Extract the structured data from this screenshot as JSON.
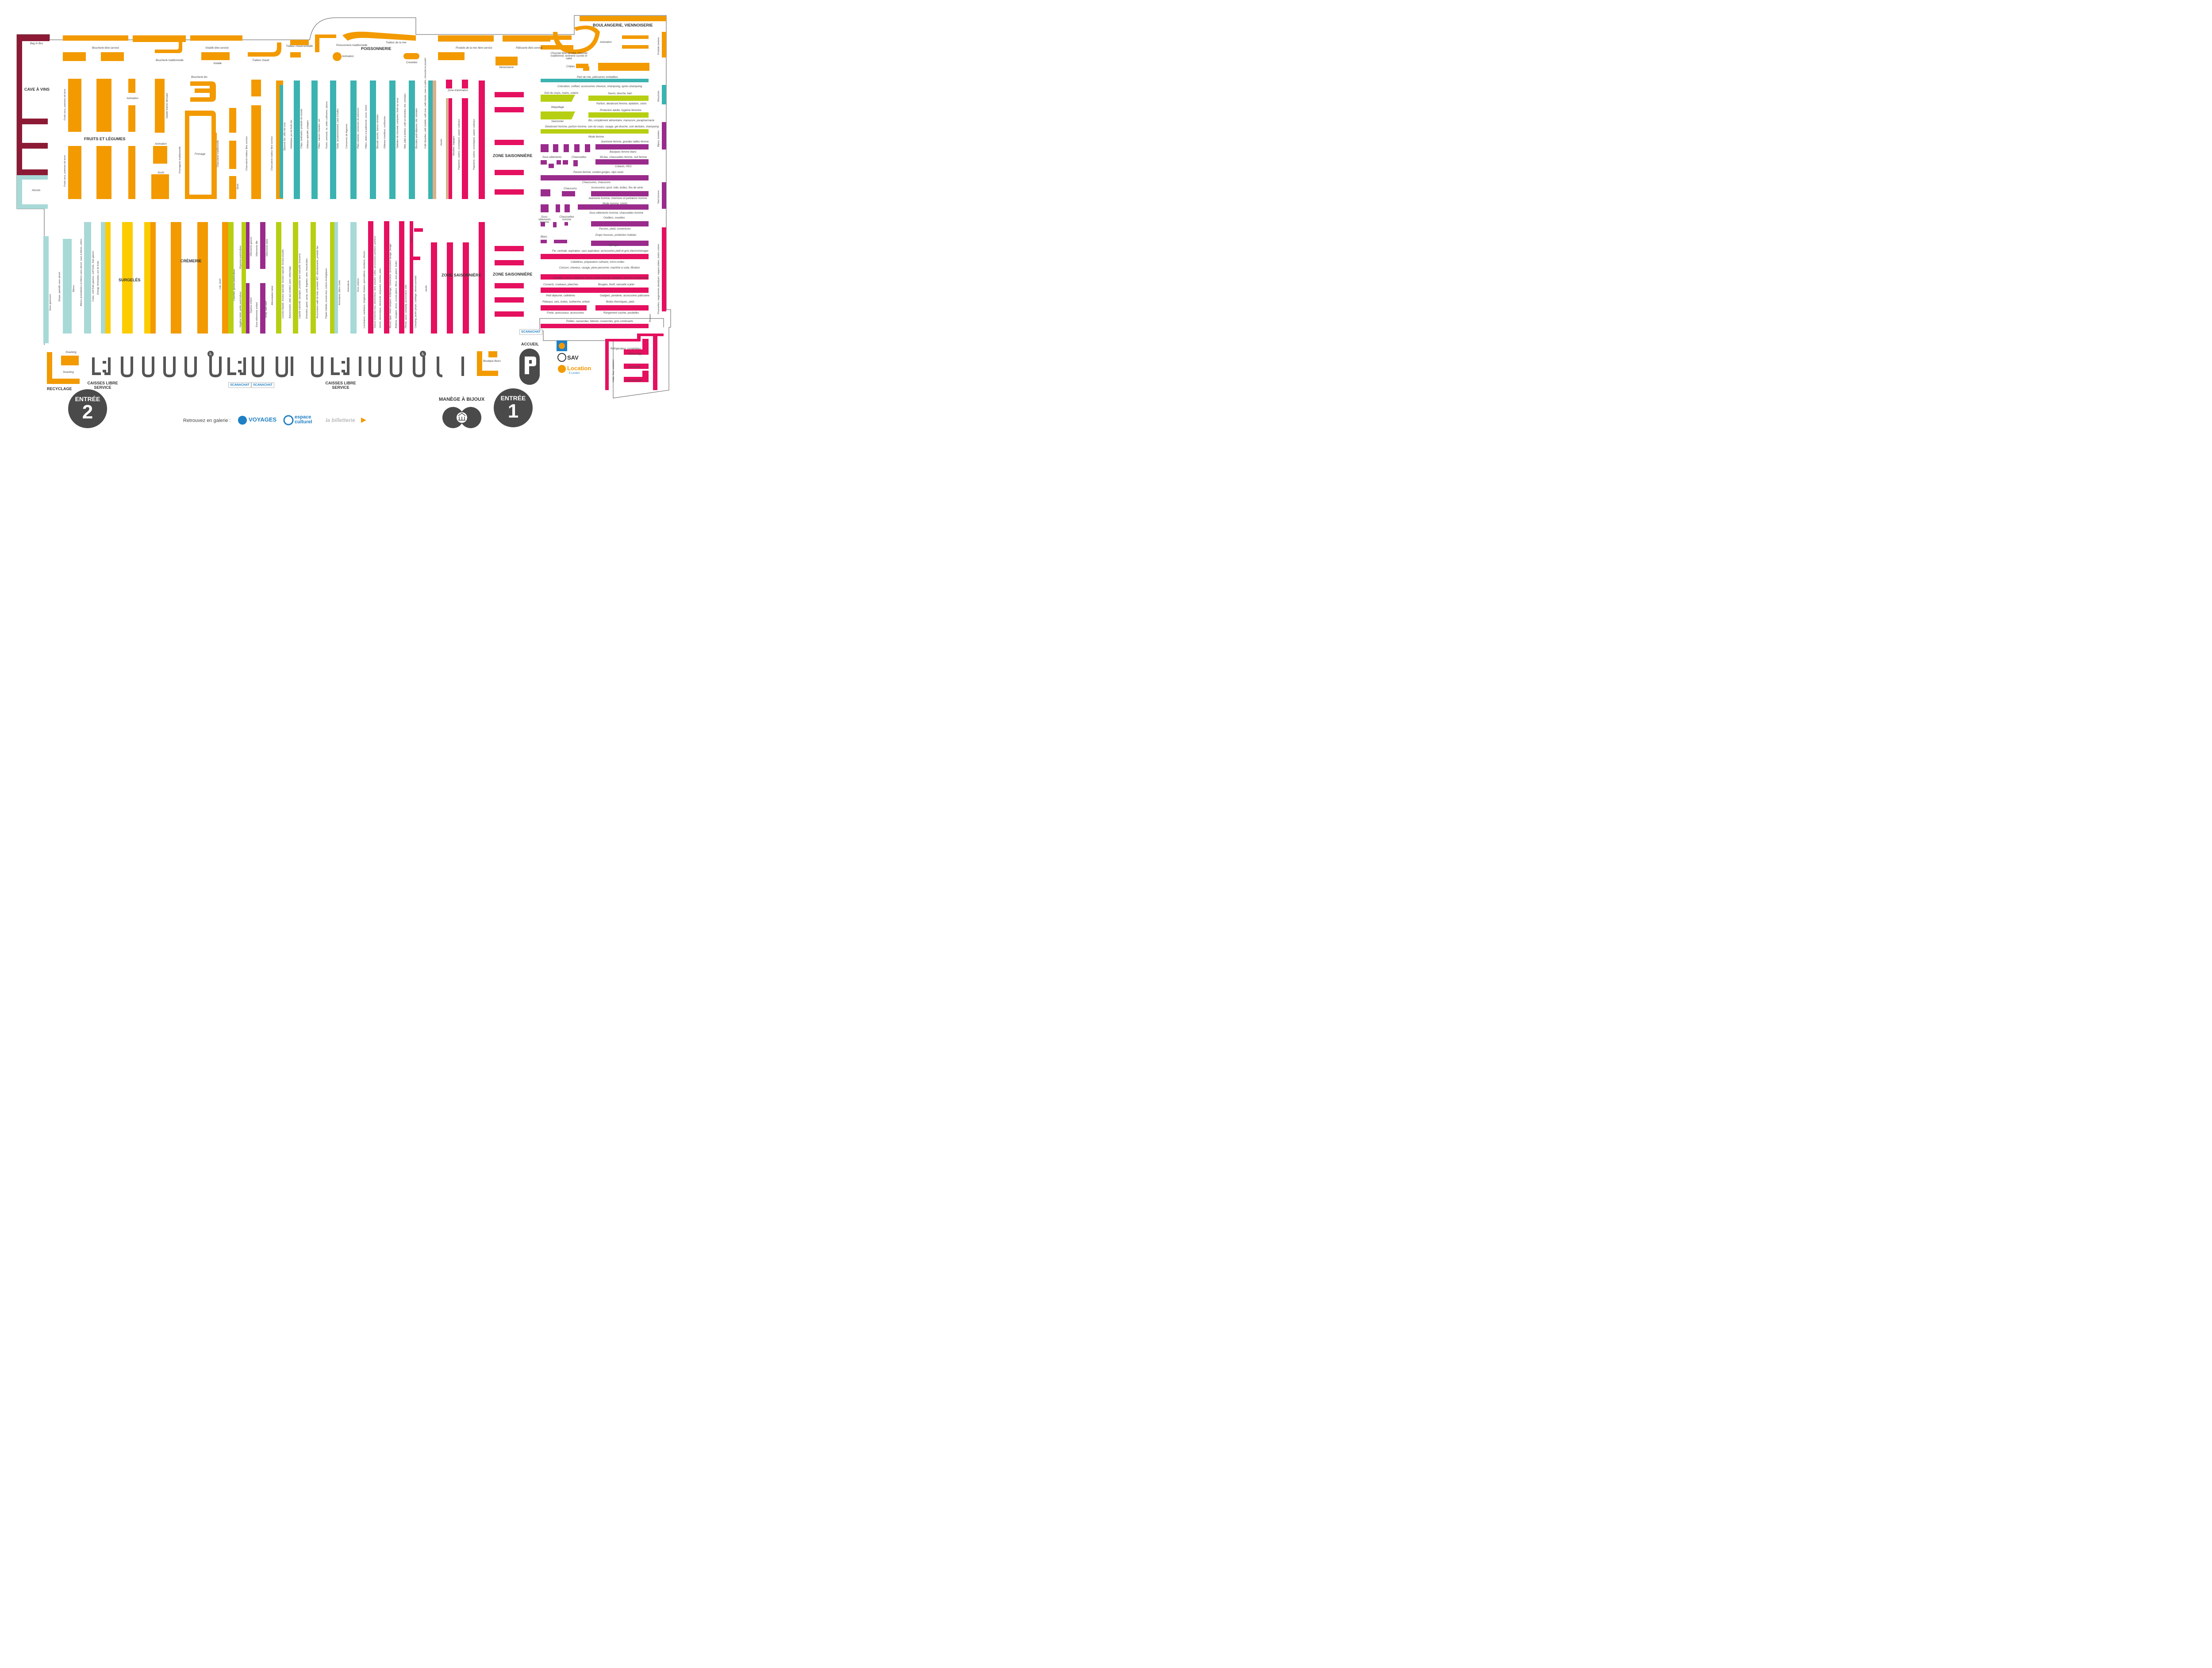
{
  "colors": {
    "orange": "#f29a00",
    "teal": "#3ab3b1",
    "lightblue": "#a7d9d7",
    "green": "#b7cf12",
    "yellow": "#fccb00",
    "magenta": "#e5105f",
    "purple": "#9a2b8c",
    "wine": "#8c1a35",
    "tan": "#d8b18c",
    "dark": "#4a4a4a"
  },
  "sections": {
    "cave": "CAVE À VINS",
    "fruits": "FRUITS ET LÉGUMES",
    "poissonnerie": "POISSONNERIE",
    "boulangerie": "BOULANGERIE, VIENNOISERIE",
    "saison_top": "ZONE SAISONNIÈRE",
    "saison_mid": "ZONE SAISONNIÈRE",
    "saison_right": "ZONE SAISONNIÈRE",
    "surgeles": "SURGELÉS",
    "cremerie": "CRÈMERIE",
    "accueil": "ACCUEIL",
    "recyclage": "RECYCLAGE",
    "caisses1": "CAISSES LIBRE SERVICE",
    "caisses2": "CAISSES LIBRE SERVICE",
    "manege": "MANÈGE À BIJOUX"
  },
  "entrances": {
    "e2": {
      "label": "ENTRÉE",
      "num": "2"
    },
    "e1": {
      "label": "ENTRÉE",
      "num": "1"
    }
  },
  "services": {
    "sav": "SAV",
    "location": "Location",
    "leclerc": "E.Leclerc",
    "scanachat": "SCANACHAT"
  },
  "footer": {
    "retrouvez": "Retrouvez en galerie :",
    "voyages": "VOYAGES",
    "espace": "espace culturel",
    "billetterie": "la billetterie"
  },
  "labels": {
    "bagin": "Bag In Box",
    "boucherie_ls": "Boucherie libre-service",
    "boucherie_trad": "Boucherie traditionnelle",
    "volaille_ls": "Volaille libre-service",
    "volaille": "Volaille",
    "traiteur_chaud_emb": "Traiteur chaud emballé",
    "traiteur_chaud": "Traiteur chaud",
    "poisson_trad": "Poissonnerie traditionnelle",
    "traiteur_mer": "Traiteur de la mer",
    "animation_p": "Animation",
    "crevettes": "Crevettes",
    "produits_mer": "Produits de la mer libre-service",
    "patisserie_ls": "Pâtisserie libre-service",
    "viennoiserie": "Viennoiserie",
    "chocolat": "Chocolat libre-service, chocolat traditionnel, tartinerie sucrée et salée",
    "animation_b": "Animation",
    "crepes": "Crêpes",
    "boucherie_bio": "Boucherie bio",
    "animation_f": "Animation",
    "animation_f2": "Animation",
    "sushi": "Sushi",
    "fromage": "Fromage",
    "alcools": "Alcools",
    "pain": "Pain de mie, pâtisseries emballées",
    "coloration": "Coloration, coiffant, accessoires cheveux, shampoing, après-shampoing",
    "soin": "Soin du corps, mains, solaire",
    "savon": "Savon, douche, bain",
    "parfum": "Parfum, déodorant femme, épilation, coton",
    "maquillage": "Maquillage",
    "protection": "Protection adulte, hygiène féminine",
    "saisonnier": "Saisonnier",
    "bio": "Bio, complément alimentaire, manucure, parapharmacie",
    "deodorant": "Déodorant homme, parfum homme, soin du corps, rasage, gel douche, soin dentaire, shampoing",
    "mode_femme": "Mode femme",
    "jeannerie_femme": "Jeannerie femme, grandes tailles femme",
    "basiques": "Basiques femme blanc",
    "sous_vet": "Sous-vêtements",
    "chaussettes": "Chaussettes",
    "mibas": "Mi-bas, chaussettes femme, nuit femme",
    "collants": "Collants, PEG",
    "panure": "Panure femme, soutien-gorges, slips seuls",
    "chaussures": "Chaussures, chaussons",
    "chaussons": "Chaussons",
    "access_sport": "Accessoires sport, toile, bottes, fins de série",
    "jeannerie_homme": "Jeannerie homme, chemises et pantalons homme",
    "mode_homme": "Mode homme, tshirts",
    "sous_vet_homme_l": "Sous-vêtements homme, chaussettes homme",
    "sous_vet_homme": "Sous-vêtements homme",
    "chaussettes_homme": "Chaussettes homme",
    "oreillers": "Oreillers, couettes",
    "parures": "Parures, plaid, couvertures",
    "draps": "Draps housses, protection matelas",
    "blanc": "Blanc",
    "eponges": "Éponges",
    "fer": "Fer, centrale, aspirateur, sacs aspirateur, accessoires petit et gros électroménager",
    "cafetieres": "Cafetières, préparation culinaire, micro-ondes",
    "cuisson": "Cuisson, cheveux, rasage, pèse-personne, machine à soda, filtration",
    "assiettes": "Assiettes, vases, cadeaux, verres, petite verrerie, saladiers, moulins, accessoires",
    "couverts": "Couverts, couteaux, planches",
    "bougies": "Bougies, festif, vaisselle à jeter",
    "petit_dej": "Petit déjeuner, cafetières",
    "gadgets": "Gadgets, penderie, accessoires pâtisserie",
    "plateaux": "Plateaux, sets, boites, isotherme, enfant",
    "boites": "Boites thermiques, plats",
    "fonte": "Fonte, autocuiseur, accessoires",
    "rangement": "Rangement cuisine, poubelles",
    "poeles": "Poêles, casseroles, faitouts, couvercles, gros contenants",
    "refrig": "Réfrigérateur, congélateur",
    "seche": "Sèche-linge",
    "lave_linge": "Lave-linge",
    "lave_vaisselle": "Lave-vaisselle",
    "hotte": "Hotte, four, cuisinière",
    "snacking1": "Snacking",
    "snacking2": "Snacking",
    "boutique": "Boutique fleurs",
    "zone_anim": "Zone d'animation",
    "velos": "Vélos",
    "produits_bretons": "Produits bretons",
    "mouchoirs": "Mouchoirs",
    "bijoux": "Bijoux, lunettes",
    "nuit_homme": "Nuit homme",
    "poussettes": "Poussettes, rangements plastiques, nappes plates, boites créées",
    "bocaux": "Bocaux"
  },
  "vlabels": {
    "fruits_secs": "Fruits secs, pommes de terre",
    "fruits_secs2": "Fruits secs, pommes de terre",
    "salade": "Salade fraiche découpe",
    "fromagerie_trad": "Fromagerie traditionnelle",
    "charcuterie_trad": "Charcuterie traditionnelle",
    "charcuterie_ls": "Charcuterie traiteur libre service",
    "charcuterie_ls2": "Charcuterie traiteur libre service",
    "oeufs": "Œufs",
    "epicerie_bio": "Épicerie bio, offre bio vrac",
    "dietetique": "Diététique, jus de fruits bio",
    "chips": "Chips, tartinades, produits du monde",
    "gateaux_ap": "Gâteaux apéritifs, potages",
    "pates": "Pâtes, sauces chaudes, sel",
    "puree": "Purée, semoule, riz, aides culinaires, épices",
    "huile": "Huile, assaisonnement, cave à huiles",
    "conserves": "Conserves de légumes",
    "plats": "Plats cuisinés, conserves de poissons",
    "patisserie": "Pâtes, aides à la pâtisserie, sucre, farine",
    "biscuits": "Biscuits sucrés, barres céréales",
    "gateaux_m": "Gâteaux moelleux, confiseries",
    "tablettes": "Tablettes de chocolat, compotes, fruits au sirop",
    "miel": "Miel, pâte à tartiner, café en dosettes, thé, céréales",
    "biscottes": "Biscottes petit déjeuner, thé, céréales",
    "cafe": "Café dosettes, café soluble, café vrac, café moulu, cave à cafés, chocolat en poudre",
    "jouets": "Jouets",
    "meubles": "Meubles, bagages",
    "papeterie": "Papeterie, cadres, enveloppes, papier cadeaux",
    "papeterie2": "Papeterie, cadres, enveloppes, papier cadeaux",
    "eaux": "Eaux gazeuses",
    "sirops": "Sirops, apéritifs sans alcool",
    "bieres": "Bières",
    "bieres_arom": "Bières aromatisées et bières sans alcool, cave à bières, cidres",
    "colas": "Colas, soft fruits gazeux, soft fruits, thés glacés",
    "energy": "Energy, limonades, jus de fruits",
    "lait": "Lait, œufs",
    "moyenne": "Moyenne puériculture",
    "couches": "Couches, grosse puériculture",
    "hygiene_bebe": "Hygiène bébé, petite puériculture",
    "vet_garcon": "Vêtements garçon",
    "pyjama": "Pyjama enfant",
    "vet_fille": "Vêtements fille",
    "sous_vet_enfant": "Sous-vêtements enfant",
    "vet_bebe": "Vêtements bébé",
    "body": "Body, bain bain",
    "alim_bebe": "Alimentation bébé",
    "lessive": "Lessive liquide, lessive spéciale, lessive capsule, lessive poudre",
    "adoucissants": "Adoucissants, aide aux textiles, javel, détachage",
    "liquide_vaiss": "Liquide vaisselle, éponges, produits lave-vaisselle, brosserie",
    "entretien": "Entretien, gants, spray, sols, lingettes, vitre, insecticides",
    "accessoires_sdb": "Accessoires salle de bain, produits WC, désodorisants, produits fau",
    "papier_toilette": "Papier toilette, essuie-tout, cotons écologiques",
    "animalerie_chats": "Animalerie, litière chats",
    "animalerie": "Animalerie",
    "gros_vol": "Gros volume",
    "luminaires": "Luminaires, sanitaires, tringlerie, fixation, quincaillerie, cloutierie, électro",
    "saison_plein": "Saison (chemins etc), désherbeur, bois, poudre, colles, accessoires peinture, peinture",
    "vernis": "Vernis, domestique, électricité, ampoules, torches, piles",
    "alcool_tapis": "Alcool, tapis, moto casques, éclairage, connecteur, accessoires lavage, lavage",
    "batterie": "Batterie, bougies, livres, essuie-glace, filtres, lave-glace, huiles",
    "peche": "Pêche, sport, camping, accessoires vélo",
    "camping": "Camping, jardin (phyto, outillage, électro-portatif)",
    "jardin": "Jardin"
  }
}
